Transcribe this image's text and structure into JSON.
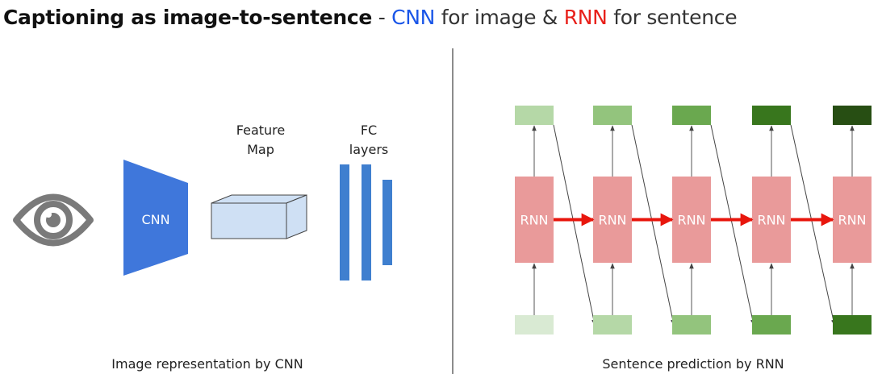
{
  "title": {
    "main": "Captioning as image-to-sentence",
    "separator": " - ",
    "cnn": "CNN",
    "mid1": " for image & ",
    "rnn": "RNN",
    "mid2": " for sentence"
  },
  "left_panel": {
    "icon": "eye-icon",
    "cnn_label": "CNN",
    "feature_map_label": [
      "Feature",
      "Map"
    ],
    "fc_label": [
      "FC",
      "layers"
    ],
    "caption": "Image representation by CNN"
  },
  "right_panel": {
    "rnn_cell_label": "RNN",
    "cell_count": 5,
    "caption": "Sentence prediction by RNN"
  },
  "colors": {
    "cnn_blue": "#3f77db",
    "feature_map_fill": "#cfe0f4",
    "feature_map_stroke": "#444444",
    "fc_blue": "#3f7fcf",
    "rnn_cell": "#e99a9a",
    "rnn_arrow": "#e8160d",
    "title_cnn": "#1a56e8",
    "title_rnn": "#e8201a",
    "output_shades": [
      "#b5d8a7",
      "#93c47d",
      "#6aa84f",
      "#38761d",
      "#274e13"
    ],
    "input_shades": [
      "#d9ead3",
      "#b5d8a7",
      "#93c47d",
      "#6aa84f",
      "#38761d"
    ]
  }
}
